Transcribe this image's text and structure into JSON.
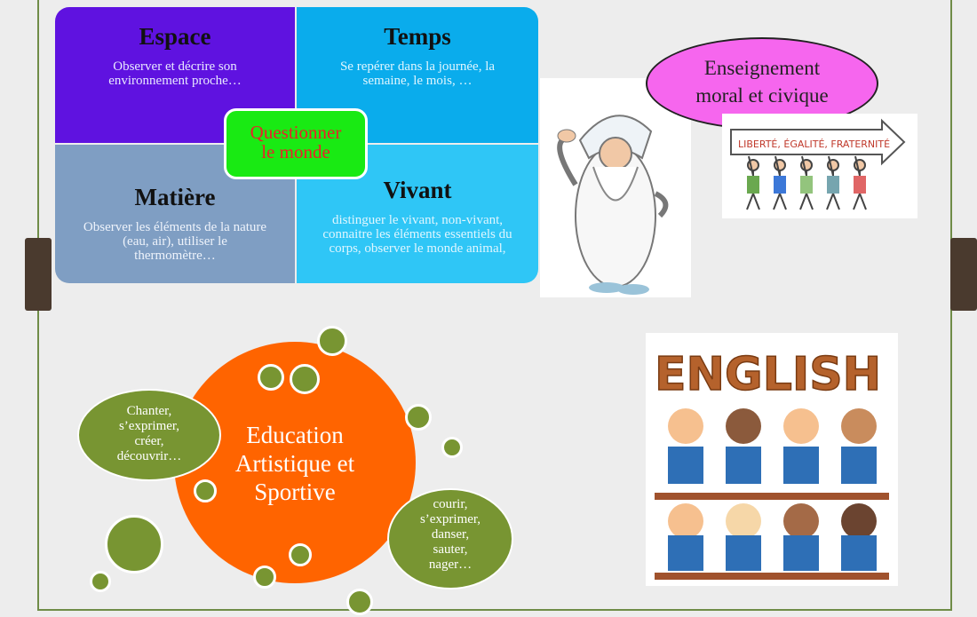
{
  "quadrants": {
    "espace": {
      "title": "Espace",
      "text": "Observer et décrire son environnement proche…"
    },
    "temps": {
      "title": "Temps",
      "text": "Se repérer dans la journée, la semaine, le mois, …"
    },
    "matiere": {
      "title": "Matière",
      "text": "Observer les éléments de la nature (eau, air), utiliser le thermomètre…"
    },
    "vivant": {
      "title": "Vivant",
      "text": "distinguer le vivant, non-vivant, connaitre les éléments essentiels du corps, observer le monde animal,"
    }
  },
  "center_label": "Questionner\nle monde",
  "emc_label": "Enseignement\nmoral et civique",
  "liberte_sign": "LIBERTÉ, ÉGALITÉ, FRATERNITÉ",
  "english_title": "ENGLISH",
  "art_bubble": {
    "main": "Education\nArtistique et\nSportive",
    "left": "Chanter,\ns’exprimer,\ncréer,\ndécouvrir…",
    "right": "courir,\ns’exprimer,\ndanser,\nsauter,\nnager…"
  },
  "colors": {
    "accent_green": "#789532",
    "orange": "#ff6400",
    "violet": "#5f12e0",
    "cyan": "#0aacec"
  }
}
